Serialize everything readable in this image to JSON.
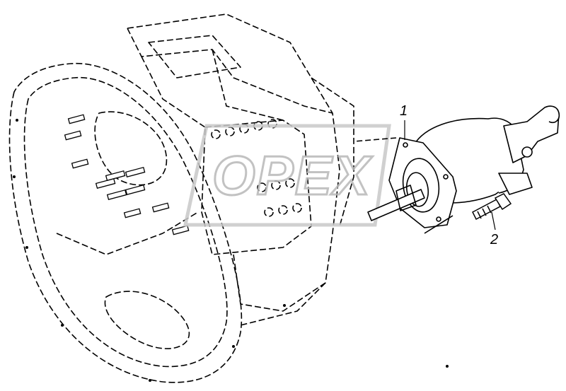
{
  "colors": {
    "line": "#000000",
    "background": "#ffffff",
    "watermark": "#c8c8c8"
  },
  "watermark": {
    "text": "OPEX"
  },
  "callouts": [
    {
      "label": "1"
    },
    {
      "label": "2"
    }
  ]
}
